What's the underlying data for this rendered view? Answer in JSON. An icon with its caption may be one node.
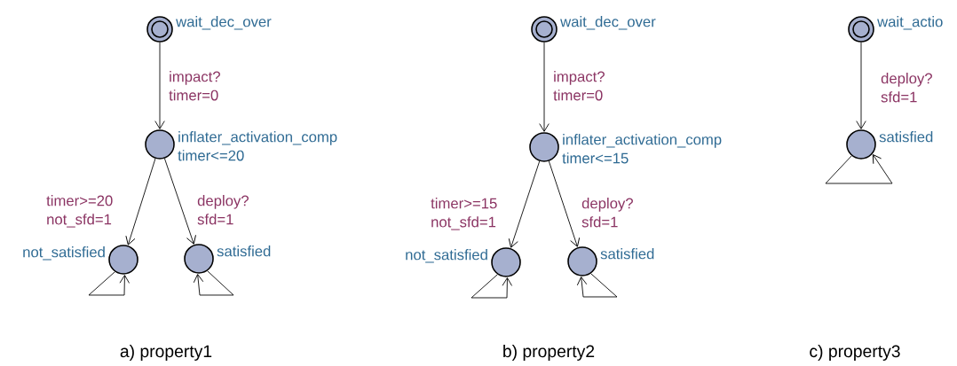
{
  "diagram": {
    "nodes": [
      {
        "text": [],
        "shape": "circle",
        "beside": [
          "wait_dec_over"
        ]
      },
      {
        "text": [],
        "shape": "circle",
        "beside": [
          "inflater_activation_comp",
          "timer<=20"
        ]
      },
      {
        "text": [],
        "shape": "circle",
        "beside": [
          "not_satisfied"
        ]
      },
      {
        "text": [],
        "shape": "circle",
        "beside": [
          "satisfied"
        ]
      },
      {
        "text": [],
        "shape": "circle",
        "beside": [
          "wait_dec_over"
        ]
      },
      {
        "text": [],
        "shape": "circle",
        "beside": [
          "inflater_activation_comp",
          "timer<=15"
        ]
      },
      {
        "text": [],
        "shape": "circle",
        "beside": [
          "not_satisfied"
        ]
      },
      {
        "text": [],
        "shape": "circle",
        "beside": [
          "satisfied"
        ]
      },
      {
        "text": [],
        "shape": "circle",
        "beside": [
          "wait_actio"
        ]
      },
      {
        "text": [],
        "shape": "circle",
        "beside": [
          "satisfied"
        ]
      }
    ],
    "edges": [
      {
        "from": 0,
        "to": 1,
        "arrow": "to",
        "label": "impact? timer=0"
      },
      {
        "from": 1,
        "to": 2,
        "arrow": "to",
        "label": "timer>=20 not_sfd=1"
      },
      {
        "from": 1,
        "to": 3,
        "arrow": "to",
        "label": "deploy? sfd=1"
      },
      {
        "from": 2,
        "to": 2,
        "arrow": "to"
      },
      {
        "from": 3,
        "to": 3,
        "arrow": "to"
      },
      {
        "from": 4,
        "to": 5,
        "arrow": "to",
        "label": "impact? timer=0"
      },
      {
        "from": 5,
        "to": 6,
        "arrow": "to",
        "label": "timer>=15 not_sfd=1"
      },
      {
        "from": 5,
        "to": 7,
        "arrow": "to",
        "label": "deploy? sfd=1"
      },
      {
        "from": 6,
        "to": 6,
        "arrow": "to"
      },
      {
        "from": 7,
        "to": 7,
        "arrow": "to"
      },
      {
        "from": 8,
        "to": 9,
        "arrow": "to",
        "label": "deploy? sfd=1"
      },
      {
        "from": 9,
        "to": 9,
        "arrow": "to"
      }
    ],
    "labels": [
      "a) property1",
      "b) property2",
      "c) property3"
    ]
  }
}
